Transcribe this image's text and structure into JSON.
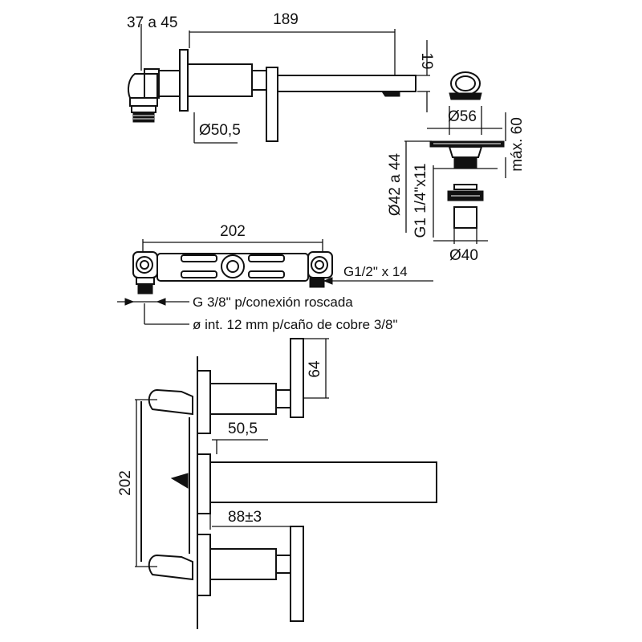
{
  "views": {
    "side_view": {
      "dim_wall_range": "37 a 45",
      "dim_spout_length": "189",
      "dim_spout_height": "19",
      "dim_flange_diameter": "Ø50,5"
    },
    "drain_detail": {
      "dim_cap_diameter": "Ø56",
      "dim_max_height": "máx. 60",
      "dim_body_diameter_range": "Ø42 a 44",
      "dim_thread": "G1 1/4\"x11",
      "dim_tail_diameter": "Ø40"
    },
    "rough_in_view": {
      "dim_centers": "202",
      "dim_outlet_thread": "G1/2\" x 14",
      "note_inlet_thread": "G 3/8\" p/conexión roscada",
      "note_inlet_pipe": "ø int. 12 mm p/caño de cobre 3/8\""
    },
    "front_view": {
      "dim_handle_length": "64",
      "dim_flange_offset": "50,5",
      "dim_centers": "202",
      "dim_spout_offset": "88±3"
    }
  }
}
